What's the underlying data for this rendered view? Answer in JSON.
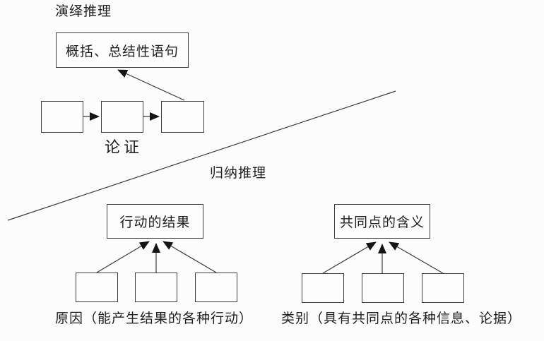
{
  "colors": {
    "background": "#fcfcfc",
    "line": "#3c3c3c",
    "text": "#1f1f1f"
  },
  "deduction": {
    "title": "演绎推理",
    "summary_box_label": "概括、总结性语句",
    "chain_label": "论证"
  },
  "induction": {
    "title": "归纳推理",
    "results_group": {
      "top_box_label": "行动的结果",
      "caption": "原因（能产生结果的各种行动）"
    },
    "categories_group": {
      "top_box_label": "共同点的含义",
      "caption": "类别（具有共同点的各种信息、论据）"
    }
  }
}
